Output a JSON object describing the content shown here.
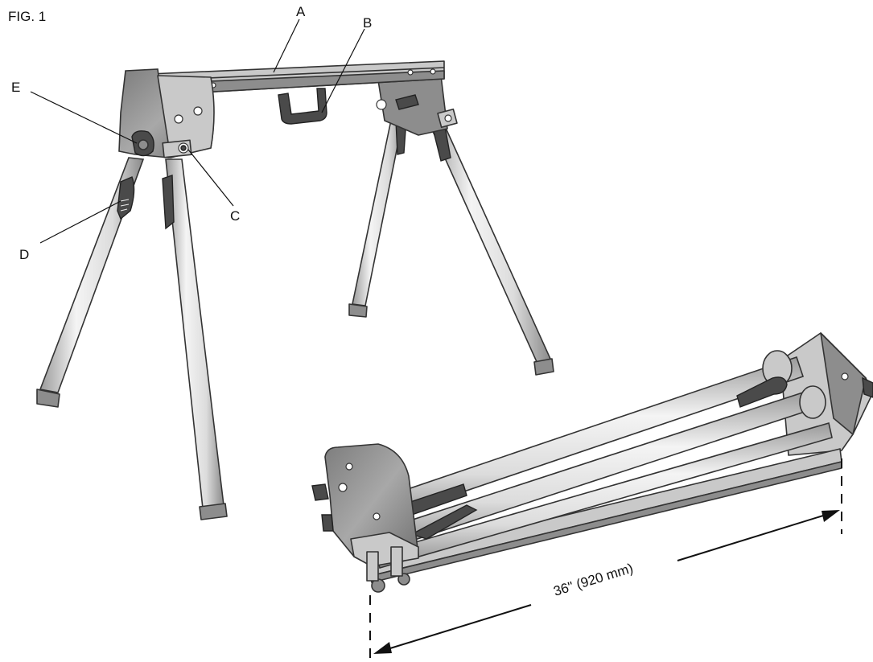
{
  "figure": {
    "title": "FIG. 1",
    "callouts": {
      "a": "A",
      "b": "B",
      "c": "C",
      "d": "D",
      "e": "E"
    },
    "dimension_label": "36\" (920 mm)"
  },
  "colors": {
    "line": "#333333",
    "metal_light": "#c9c9c9",
    "metal_dark": "#8d8d8d",
    "rubber": "#4a4a4a",
    "tube_light": "#eeeeee"
  }
}
